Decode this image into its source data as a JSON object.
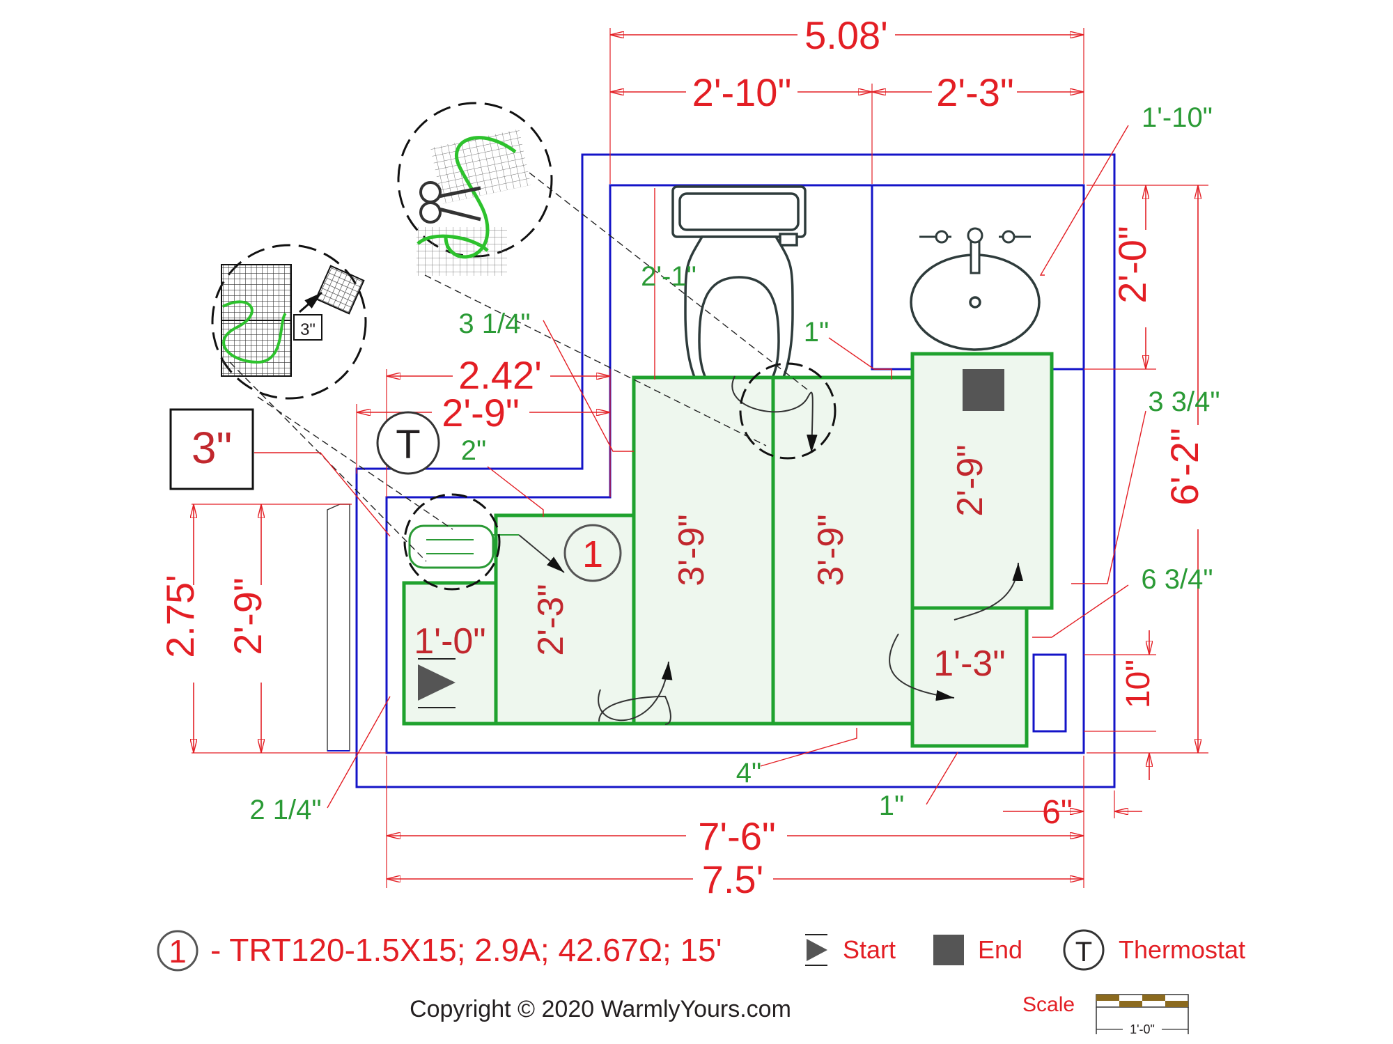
{
  "dimensions": {
    "top_total": "5.08'",
    "top_left": "2'-10\"",
    "top_right": "2'-3\"",
    "right_total": "6'-2\"",
    "right_upper": "2'-0\"",
    "right_lower": "10\"",
    "left_outer": "2.75'",
    "left_inner": "2'-9\"",
    "mid_decimal": "2.42'",
    "mid_ft": "2'-9\"",
    "bottom_ft": "7'-6\"",
    "bottom_decimal": "7.5'",
    "bottom_small": "6\""
  },
  "green_notes": {
    "n_1_10": "1'-10\"",
    "n_2_1": "2'-1\"",
    "n_3_1_4": "3 1/4\"",
    "n_1_top": "1\"",
    "n_3_3_4": "3 3/4\"",
    "n_6_3_4": "6 3/4\"",
    "n_2": "2\"",
    "n_2_1_4": "2 1/4\"",
    "n_4": "4\"",
    "n_1_bottom": "1\""
  },
  "mat_labels": {
    "m1": "1'-0\"",
    "m2": "2'-3\"",
    "m3": "3'-9\"",
    "m4": "3'-9\"",
    "m5": "2'-9\"",
    "m6": "1'-3\""
  },
  "callouts": {
    "mat_number": "1",
    "thermostat_symbol": "T",
    "cut_box": "3\"",
    "inset_box": "3\""
  },
  "legend": {
    "number": "1",
    "product": "- TRT120-1.5X15; 2.9A; 42.67Ω; 15'",
    "start": "Start",
    "end": "End",
    "thermostat_symbol": "T",
    "thermostat": "Thermostat"
  },
  "footer": {
    "copyright": "Copyright © 2020 WarmlyYours.com",
    "scale_label": "Scale",
    "scale_value": "1'-0\""
  },
  "colors": {
    "dimension_red": "#e31e24",
    "note_green": "#2a9a35",
    "wall_blue": "#1414c8",
    "mat_green": "#1fa22e",
    "mat_fill": "#eef7ee",
    "fixture": "#2e3b3b",
    "scale_brown": "#8b6a1f"
  }
}
